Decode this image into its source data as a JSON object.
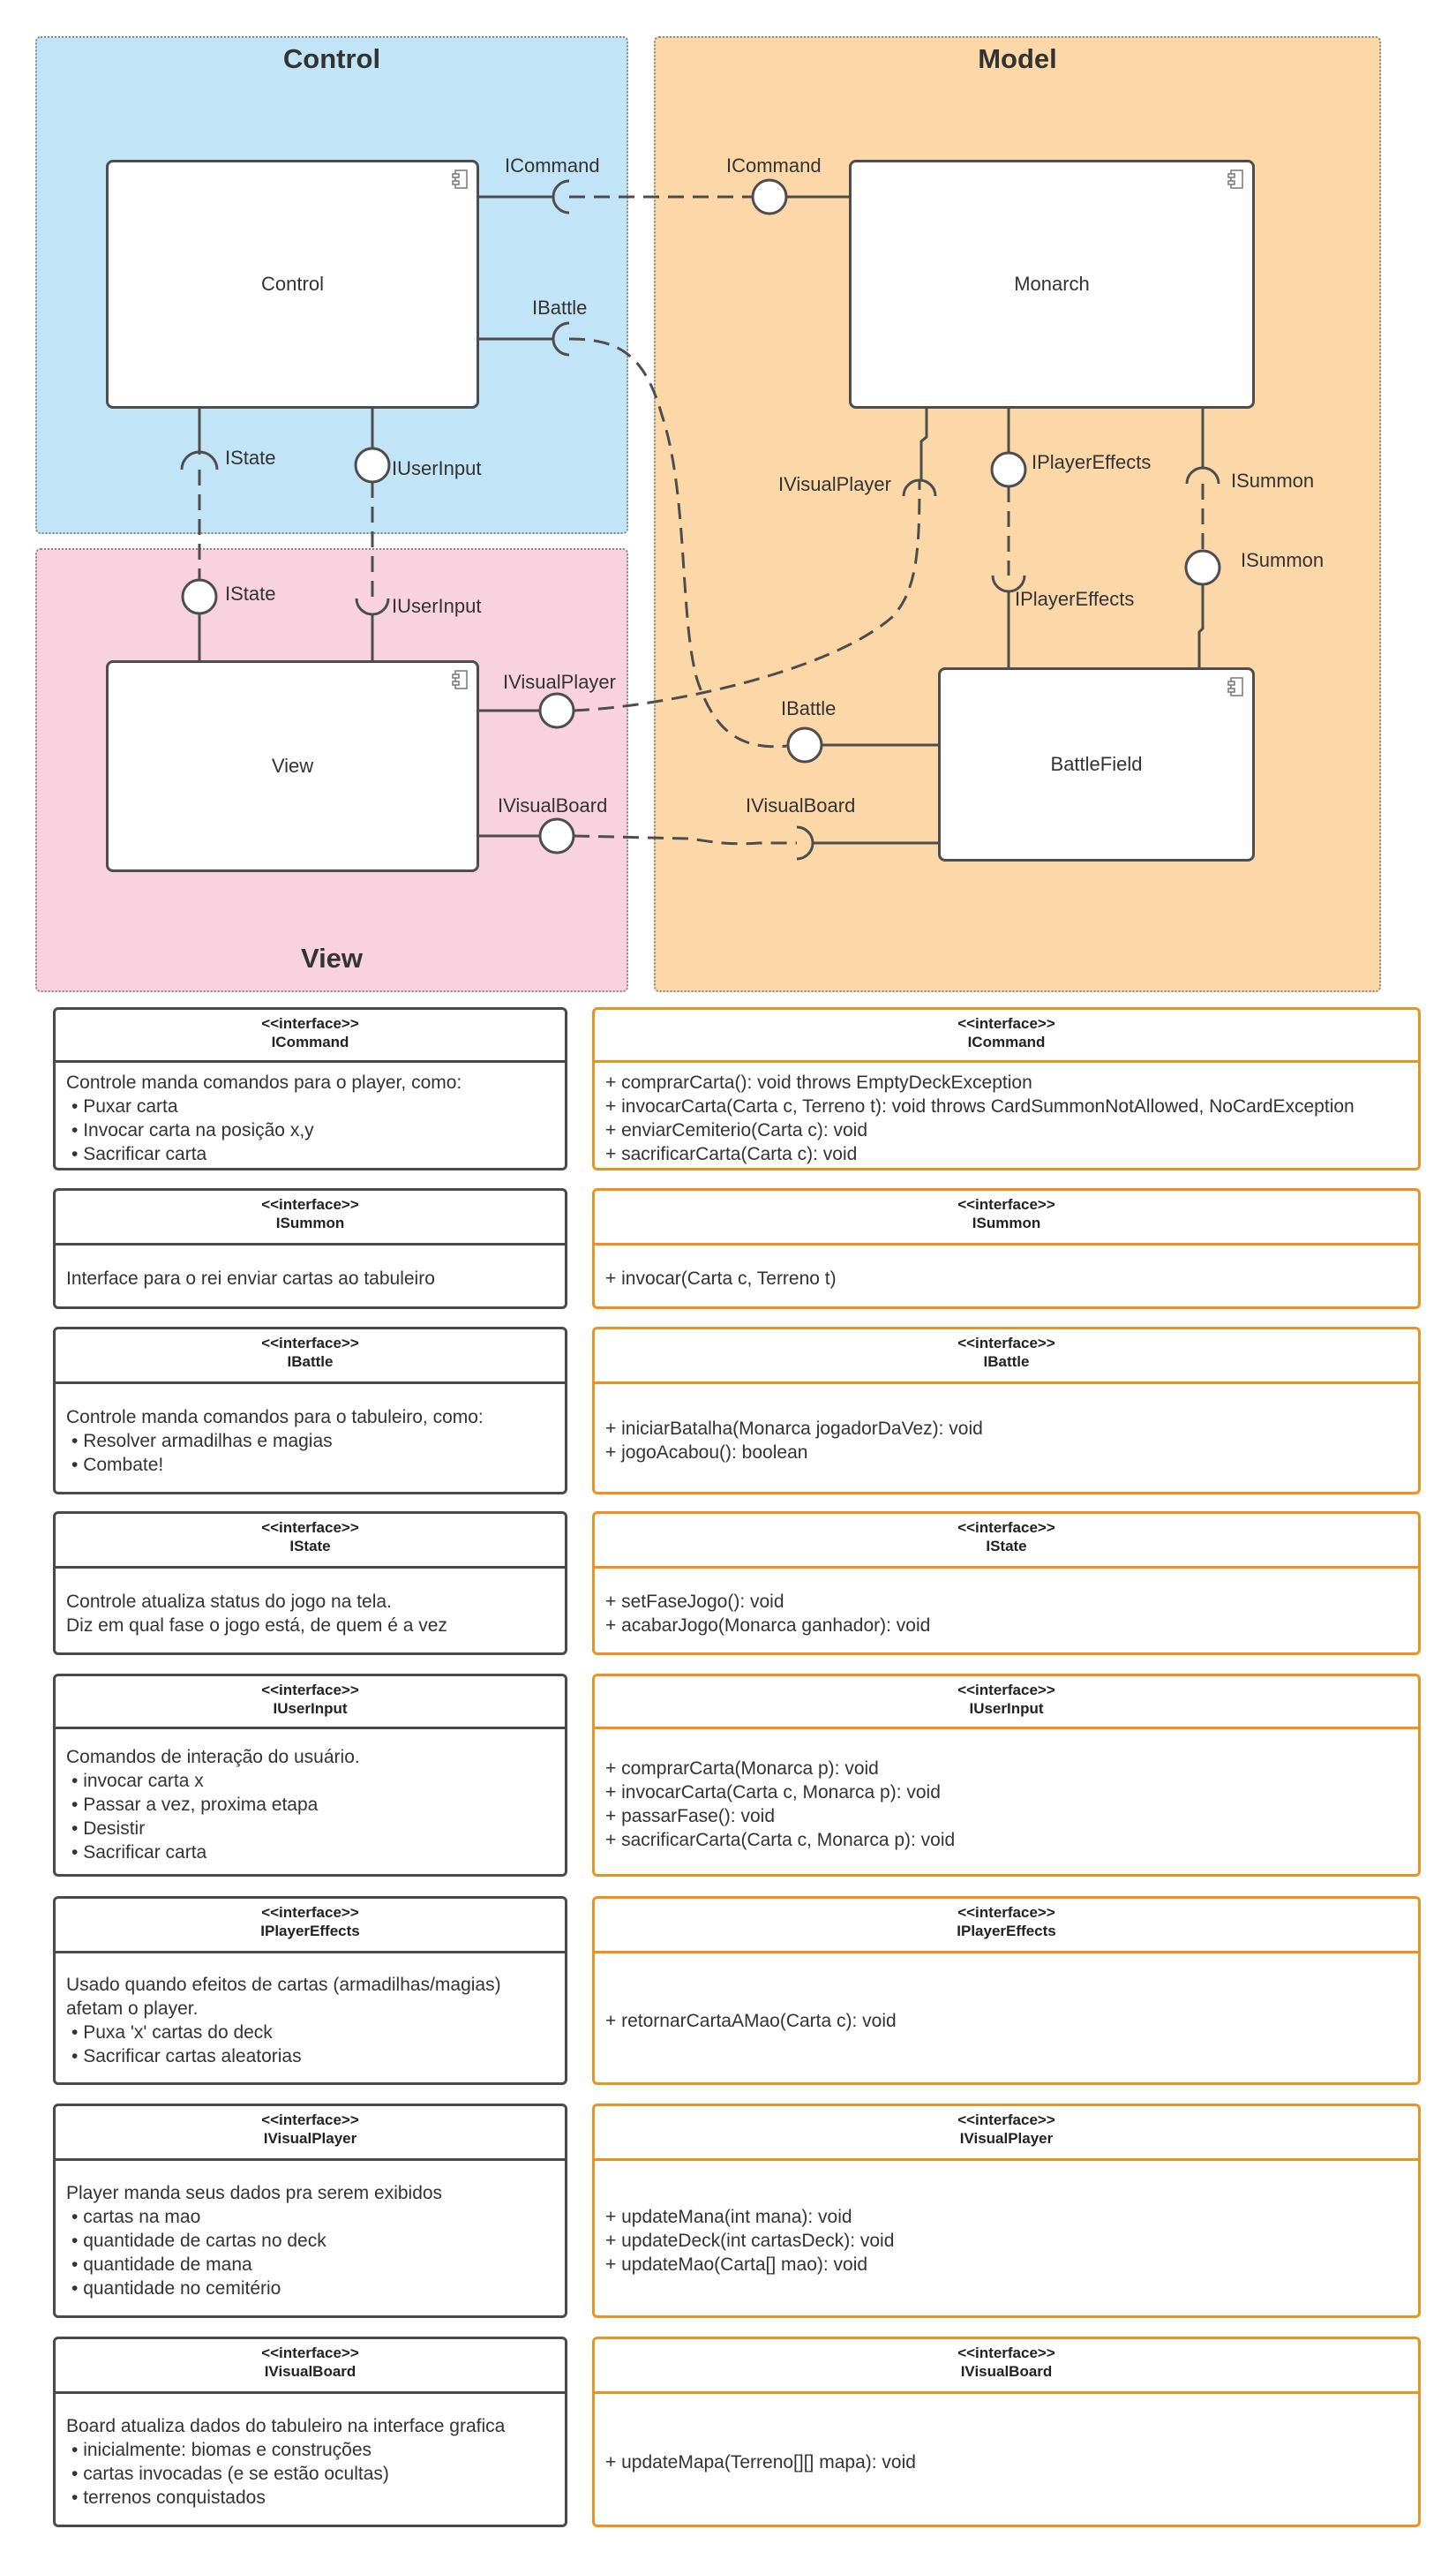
{
  "diagram": {
    "regions": {
      "control": "Control",
      "model": "Model",
      "view": "View"
    },
    "components": {
      "control": "Control",
      "monarch": "Monarch",
      "view": "View",
      "battlefield": "BattleField"
    },
    "labels": {
      "ctrl_icommand": "ICommand",
      "monarch_icommand": "ICommand",
      "ctrl_ibattle": "IBattle",
      "ctrl_istate": "IState",
      "ctrl_iuserinput": "IUserInput",
      "view_istate": "IState",
      "view_iuserinput": "IUserInput",
      "monarch_ivisualplayer": "IVisualPlayer",
      "monarch_iplayereffects": "IPlayerEffects",
      "monarch_isummon": "ISummon",
      "bf_isummon": "ISummon",
      "bf_iplayereffects": "IPlayerEffects",
      "view_ivisualplayer": "IVisualPlayer",
      "bf_ibattle": "IBattle",
      "view_ivisualboard": "IVisualBoard",
      "bf_ivisualboard": "IVisualBoard"
    }
  },
  "interfaces": [
    {
      "stereotype": "<<interface>>",
      "name": "ICommand",
      "description": [
        "Controle manda comandos para o player, como:"
      ],
      "bullets": [
        "Puxar carta",
        "Invocar carta na posição x,y",
        "Sacrificar carta"
      ],
      "methods": [
        "+ comprarCarta(): void throws EmptyDeckException",
        "+ invocarCarta(Carta c, Terreno t): void throws CardSummonNotAllowed, NoCardException",
        "+ enviarCemiterio(Carta c): void",
        "+ sacrificarCarta(Carta c): void"
      ]
    },
    {
      "stereotype": "<<interface>>",
      "name": "ISummon",
      "description": [
        "Interface para o rei enviar cartas ao tabuleiro"
      ],
      "bullets": [],
      "methods": [
        "+ invocar(Carta c, Terreno t)"
      ]
    },
    {
      "stereotype": "<<interface>>",
      "name": "IBattle",
      "description": [
        "Controle manda comandos para o tabuleiro, como:"
      ],
      "bullets": [
        "Resolver armadilhas e magias",
        "Combate!"
      ],
      "methods": [
        "+ iniciarBatalha(Monarca jogadorDaVez): void",
        "+ jogoAcabou(): boolean"
      ]
    },
    {
      "stereotype": "<<interface>>",
      "name": "IState",
      "description": [
        "Controle atualiza status do jogo na tela.",
        "Diz em qual fase o jogo está, de quem é a vez"
      ],
      "bullets": [],
      "methods": [
        "+ setFaseJogo(): void",
        "+ acabarJogo(Monarca ganhador): void"
      ]
    },
    {
      "stereotype": "<<interface>>",
      "name": "IUserInput",
      "description": [
        "Comandos de interação do usuário."
      ],
      "bullets": [
        "invocar carta x",
        "Passar a vez, proxima etapa",
        "Desistir",
        "Sacrificar carta"
      ],
      "methods": [
        "+ comprarCarta(Monarca p): void",
        "+ invocarCarta(Carta c, Monarca p): void",
        "+ passarFase(): void",
        "+ sacrificarCarta(Carta c, Monarca p): void"
      ]
    },
    {
      "stereotype": "<<interface>>",
      "name": "IPlayerEffects",
      "description": [
        "Usado quando efeitos de cartas (armadilhas/magias)",
        "afetam o player."
      ],
      "bullets": [
        "Puxa 'x' cartas do deck",
        "Sacrificar cartas aleatorias"
      ],
      "methods": [
        "+ retornarCartaAMao(Carta c): void"
      ]
    },
    {
      "stereotype": "<<interface>>",
      "name": "IVisualPlayer",
      "description": [
        "Player manda seus dados pra serem exibidos"
      ],
      "bullets": [
        "cartas na mao",
        "quantidade de cartas no deck",
        "quantidade de mana",
        "quantidade no cemitério"
      ],
      "methods": [
        "+ updateMana(int mana): void",
        "+ updateDeck(int cartasDeck): void",
        "+ updateMao(Carta[] mao): void"
      ]
    },
    {
      "stereotype": "<<interface>>",
      "name": "IVisualBoard",
      "description": [
        "Board atualiza dados do tabuleiro na interface grafica"
      ],
      "bullets": [
        "inicialmente: biomas e construções",
        "cartas invocadas (e se estão ocultas)",
        "terrenos conquistados"
      ],
      "methods": [
        "+ updateMapa(Terreno[][] mapa): void"
      ]
    }
  ],
  "colors": {
    "control_region": "#c1e4f7",
    "model_region": "#fcd8a8",
    "view_region": "#f8d2de",
    "orange_border": "#f0901e"
  }
}
